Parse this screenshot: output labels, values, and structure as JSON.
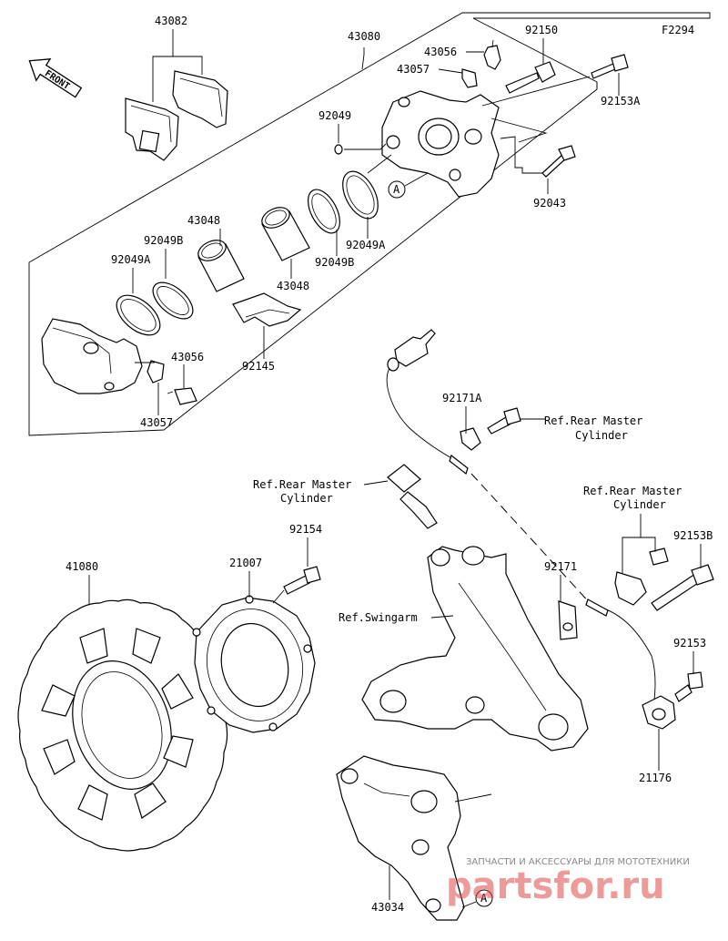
{
  "diagram": {
    "code": "F2294",
    "front_label": "FRONT",
    "circle_ref": "A",
    "parts": {
      "p43082": "43082",
      "p43080": "43080",
      "p92150": "92150",
      "p43056_top": "43056",
      "p43057_top": "43057",
      "p92153A": "92153A",
      "p92049": "92049",
      "p92043": "92043",
      "p43048_a": "43048",
      "p92049B_a": "92049B",
      "p92049A_a": "92049A",
      "p92049A_b": "92049A",
      "p92049B_b": "92049B",
      "p43048_b": "43048",
      "p92145": "92145",
      "p43056_low": "43056",
      "p43057_low": "43057",
      "p92171A": "92171A",
      "p92154": "92154",
      "p21007": "21007",
      "p41080": "41080",
      "p92171": "92171",
      "p92153B": "92153B",
      "p92153": "92153",
      "p21176": "21176",
      "p43034": "43034"
    },
    "refs": {
      "rear_master_1_line1": "Ref.Rear Master",
      "rear_master_1_line2": "Cylinder",
      "rear_master_2_line1": "Ref.Rear Master",
      "rear_master_2_line2": "Cylinder",
      "rear_master_3_line1": "Ref.Rear Master",
      "rear_master_3_line2": "Cylinder",
      "swingarm": "Ref.Swingarm"
    },
    "watermark": {
      "line1": "ЗАПЧАСТИ И АКСЕССУАРЫ ДЛЯ МОТОТЕХНИКИ",
      "line2": "partsfor.ru"
    }
  }
}
